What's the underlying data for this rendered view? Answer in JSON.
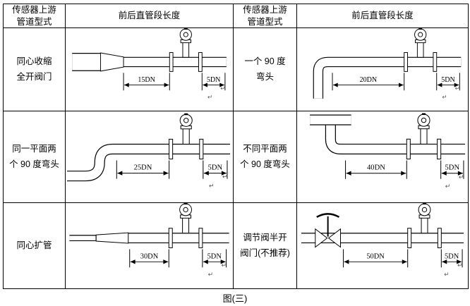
{
  "caption": "图(三)",
  "headers": [
    "传感器上游\n管道型式",
    "前后直管段长度",
    "传感器上游\n管道型式",
    "前后直管段长度"
  ],
  "rows": [
    {
      "left": {
        "label": "同心收缩\n全开阀门",
        "upstream": "15DN",
        "downstream": "5DN"
      },
      "right": {
        "label": "一个 90 度\n弯头",
        "upstream": "20DN",
        "downstream": "5DN"
      }
    },
    {
      "left": {
        "label": "同一平面两\n个 90 度弯头",
        "upstream": "25DN",
        "downstream": "5DN"
      },
      "right": {
        "label": "不同平面两\n个 90 度弯头",
        "upstream": "40DN",
        "downstream": "5DN"
      }
    },
    {
      "left": {
        "label": "同心扩管",
        "upstream": "30DN",
        "downstream": "5DN"
      },
      "right": {
        "label": "调节阀半开\n阀门(不推荐)",
        "upstream": "50DN",
        "downstream": "5DN"
      }
    }
  ],
  "artifact_mark": "↵"
}
